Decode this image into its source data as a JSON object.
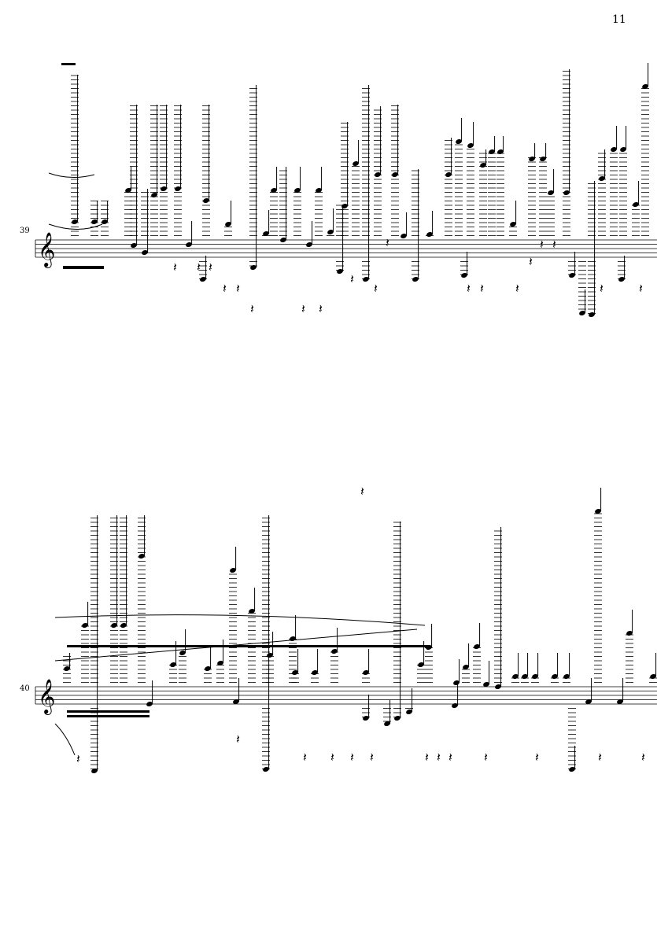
{
  "page": {
    "page_number": "11",
    "systems": [
      {
        "measure_number": "39",
        "clef": "treble"
      },
      {
        "measure_number": "40",
        "clef": "treble"
      }
    ]
  }
}
